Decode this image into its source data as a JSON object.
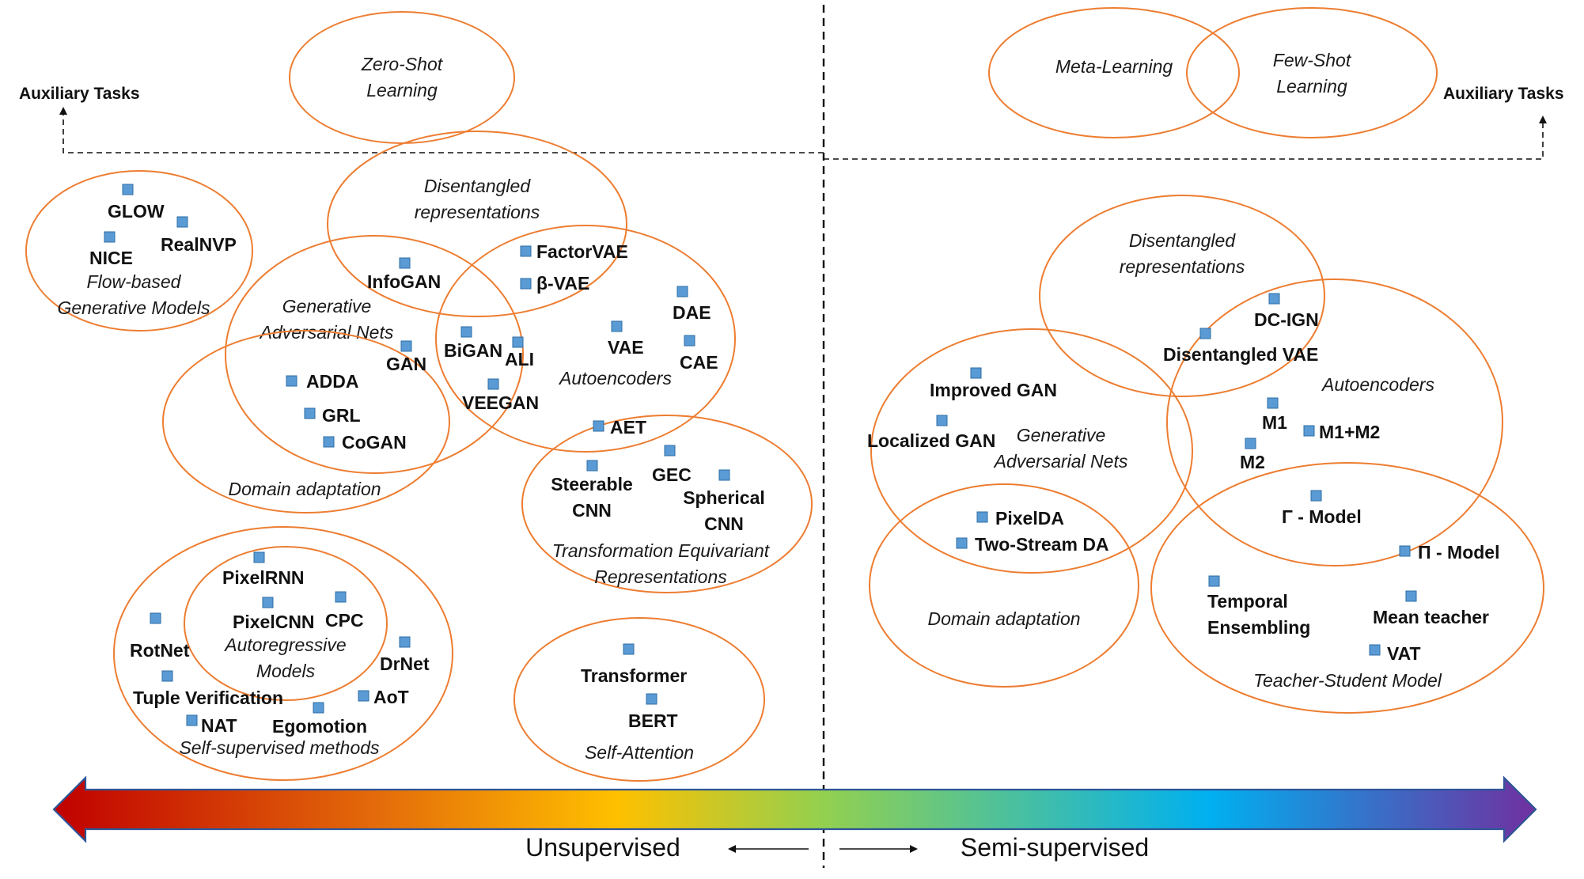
{
  "axis": {
    "left_label": "Unsupervised",
    "right_label": "Semi-supervised"
  },
  "auxiliary_tasks": {
    "left_label": "Auxiliary Tasks",
    "right_label": "Auxiliary Tasks"
  },
  "colors": {
    "bubble_stroke": "#ed7d31",
    "marker_fill": "#5b9bd5",
    "arrow_gradient": [
      "#c00000",
      "#e46c0a",
      "#ffc000",
      "#92d050",
      "#00b0f0",
      "#7030a0"
    ]
  },
  "regions": {
    "zero_shot": [
      "Zero-Shot",
      "Learning"
    ],
    "meta_learning": [
      "Meta-Learning"
    ],
    "few_shot": [
      "Few-Shot",
      "Learning"
    ],
    "flow_based": [
      "Flow-based",
      "Generative Models"
    ],
    "disentangled_left": [
      "Disentangled",
      "representations"
    ],
    "gan_left": [
      "Generative",
      "Adversarial Nets"
    ],
    "autoencoders_left": [
      "Autoencoders"
    ],
    "domain_adaptation_left": [
      "Domain adaptation"
    ],
    "transformation_equivariant": [
      "Transformation Equivariant",
      "Representations"
    ],
    "autoregressive": [
      "Autoregressive",
      "Models"
    ],
    "self_supervised": [
      "Self-supervised methods"
    ],
    "self_attention": [
      "Self-Attention"
    ],
    "disentangled_right": [
      "Disentangled",
      "representations"
    ],
    "autoencoders_right": [
      "Autoencoders"
    ],
    "gan_right": [
      "Generative",
      "Adversarial Nets"
    ],
    "domain_adaptation_right": [
      "Domain adaptation"
    ],
    "teacher_student": [
      "Teacher-Student Model"
    ]
  },
  "methods": {
    "glow": "GLOW",
    "nice": "NICE",
    "realnvp": "RealNVP",
    "infogan": "InfoGAN",
    "factorvae": "FactorVAE",
    "beta_vae": "β-VAE",
    "gan": "GAN",
    "bigan": "BiGAN",
    "ali": "ALI",
    "veegan": "VEEGAN",
    "vae": "VAE",
    "dae": "DAE",
    "cae": "CAE",
    "adda": "ADDA",
    "grl": "GRL",
    "cogan": "CoGAN",
    "aet": "AET",
    "steerable_cnn": [
      "Steerable",
      "CNN"
    ],
    "gec": "GEC",
    "spherical_cnn": [
      "Spherical",
      "CNN"
    ],
    "pixelrnn": "PixelRNN",
    "pixelcnn": "PixelCNN",
    "cpc": "CPC",
    "rotnet": "RotNet",
    "drnet": "DrNet",
    "tuple_verification": "Tuple Verification",
    "aot": "AoT",
    "nat": "NAT",
    "egomotion": "Egomotion",
    "transformer": "Transformer",
    "bert": "BERT",
    "dc_ign": "DC-IGN",
    "disentangled_vae": "Disentangled VAE",
    "improved_gan": "Improved GAN",
    "localized_gan": "Localized GAN",
    "m1": "M1",
    "m1_m2": "M1+M2",
    "m2": "M2",
    "pixelda": "PixelDA",
    "two_stream_da": "Two-Stream DA",
    "gamma_model": "Γ - Model",
    "pi_model": "Π - Model",
    "temporal_ensembling": [
      "Temporal",
      "Ensembling"
    ],
    "mean_teacher": "Mean teacher",
    "vat": "VAT"
  }
}
